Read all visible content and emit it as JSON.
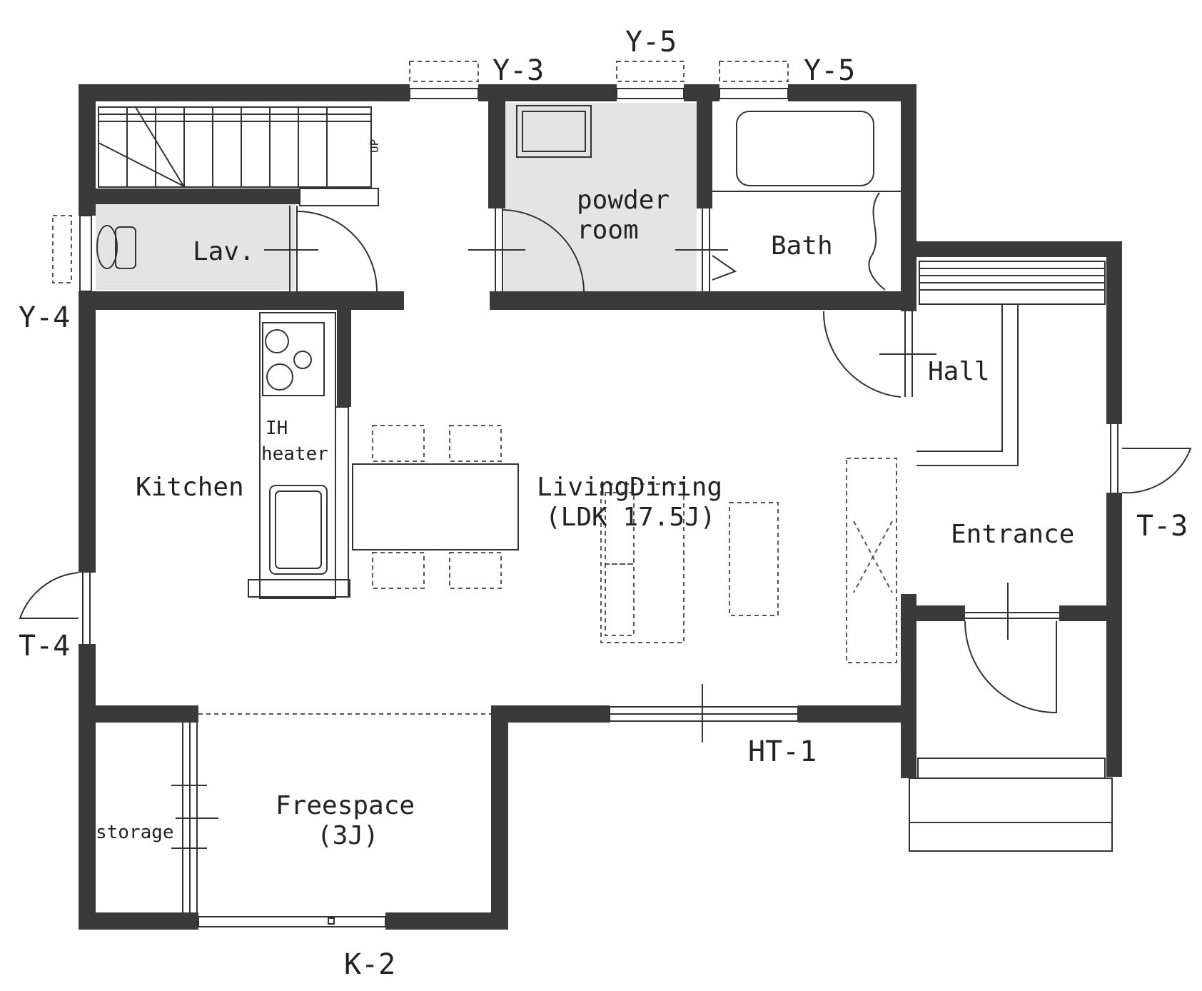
{
  "rooms": {
    "lav": "Lav.",
    "powder_line1": "powder",
    "powder_line2": "room",
    "bath": "Bath",
    "hall": "Hall",
    "kitchen": "Kitchen",
    "ih_line1": "IH",
    "ih_line2": "heater",
    "living_line1": "LivingDining",
    "living_line2": "(LDK 17.5J)",
    "entrance": "Entrance",
    "freespace_line1": "Freespace",
    "freespace_line2": "(3J)",
    "storage": "storage"
  },
  "openings": {
    "y3": "Y-3",
    "y5_top": "Y-5",
    "y5_right": "Y-5",
    "y4": "Y-4",
    "t4": "T-4",
    "t3": "T-3",
    "ht1": "HT-1",
    "k2": "K-2",
    "stair_up": "UP"
  },
  "colors": {
    "wall": "#3a3a3a",
    "shaded_room": "#e4e4e4"
  }
}
